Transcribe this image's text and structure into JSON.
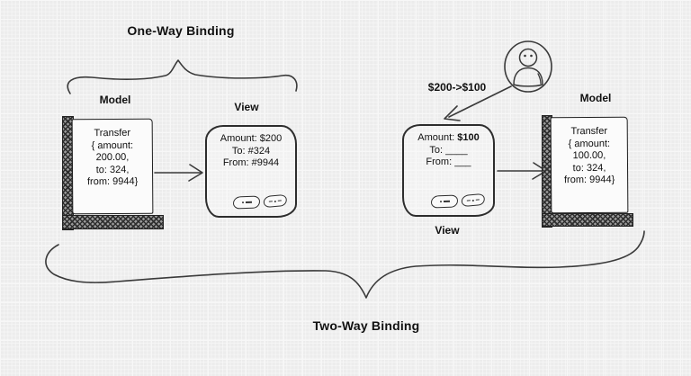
{
  "diagram": {
    "colors": {
      "background": "#ececec",
      "stroke": "#3a3a3a",
      "text": "#111111"
    },
    "one_way": {
      "title": "One-Way Binding",
      "model_label": "Model",
      "view_label": "View",
      "model_lines": [
        "Transfer",
        "{ amount:",
        "200.00,",
        "to: 324,",
        "from: 9944}"
      ],
      "view_lines": [
        "Amount: $200",
        "To: #324",
        "From: #9944"
      ]
    },
    "two_way": {
      "title": "Two-Way Binding",
      "edit_annotation": "$200->$100",
      "view_label": "View",
      "model_label": "Model",
      "view_amount_label": "Amount: ",
      "view_amount_value": "$100",
      "view_to_line": "To: ____",
      "view_from_line": "From: ___",
      "model_lines": [
        "Transfer",
        "{ amount:",
        "100.00,",
        "to: 324,",
        "from: 9944}"
      ]
    }
  }
}
